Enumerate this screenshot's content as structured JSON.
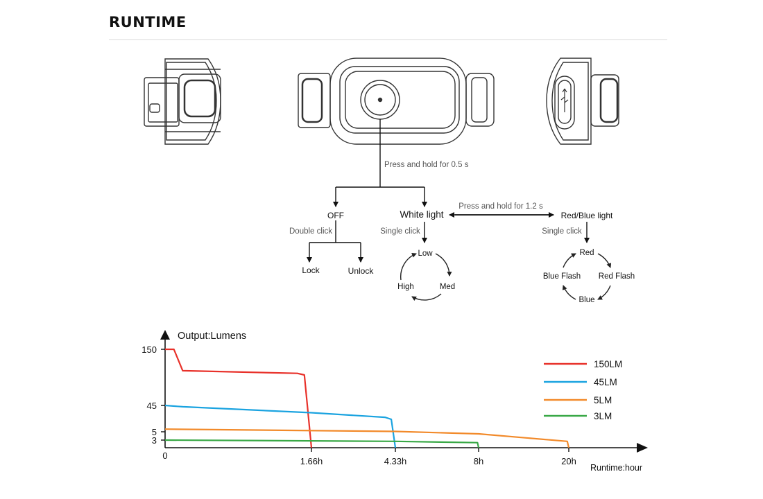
{
  "header": {
    "title": "RUNTIME"
  },
  "diagram": {
    "press_hold_short": "Press and hold for 0.5 s",
    "press_hold_long": "Press and hold for 1.2 s",
    "off": "OFF",
    "white_light": "White light",
    "red_blue_light": "Red/Blue light",
    "double_click": "Double click",
    "single_click_white": "Single click",
    "single_click_red": "Single click",
    "lock": "Lock",
    "unlock": "Unlock",
    "white_modes": {
      "low": "Low",
      "med": "Med",
      "high": "High"
    },
    "red_modes": {
      "red": "Red",
      "red_flash": "Red Flash",
      "blue": "Blue",
      "blue_flash": "Blue Flash"
    }
  },
  "chart_data": {
    "type": "line",
    "ylabel": "Output:Lumens",
    "xlabel": "Runtime:hour",
    "x_tick_labels": [
      "0",
      "1.66h",
      "4.33h",
      "8h",
      "20h"
    ],
    "y_tick_labels": [
      "150",
      "45",
      "5",
      "3"
    ],
    "y_ticks": [
      150,
      45,
      5,
      3
    ],
    "x_ticks": [
      0,
      1.66,
      4.33,
      8,
      20
    ],
    "legend_position": "right",
    "series": [
      {
        "name": "150LM",
        "color": "#e8312a",
        "points": [
          [
            0,
            150
          ],
          [
            0.1,
            150
          ],
          [
            0.2,
            110
          ],
          [
            1.5,
            105
          ],
          [
            1.58,
            102
          ],
          [
            1.66,
            0
          ]
        ]
      },
      {
        "name": "45LM",
        "color": "#1aa3e0",
        "points": [
          [
            0,
            45
          ],
          [
            0.2,
            43
          ],
          [
            1.66,
            34
          ],
          [
            4.0,
            27
          ],
          [
            4.2,
            24
          ],
          [
            4.33,
            0
          ]
        ]
      },
      {
        "name": "5LM",
        "color": "#f28a2a",
        "points": [
          [
            0,
            9
          ],
          [
            4.33,
            5.5
          ],
          [
            8,
            4.5
          ],
          [
            19.8,
            2.5
          ],
          [
            20,
            0
          ]
        ]
      },
      {
        "name": "3LM",
        "color": "#39a846",
        "points": [
          [
            0,
            3
          ],
          [
            4.33,
            2.5
          ],
          [
            7.95,
            2
          ],
          [
            8,
            0
          ]
        ]
      }
    ]
  }
}
